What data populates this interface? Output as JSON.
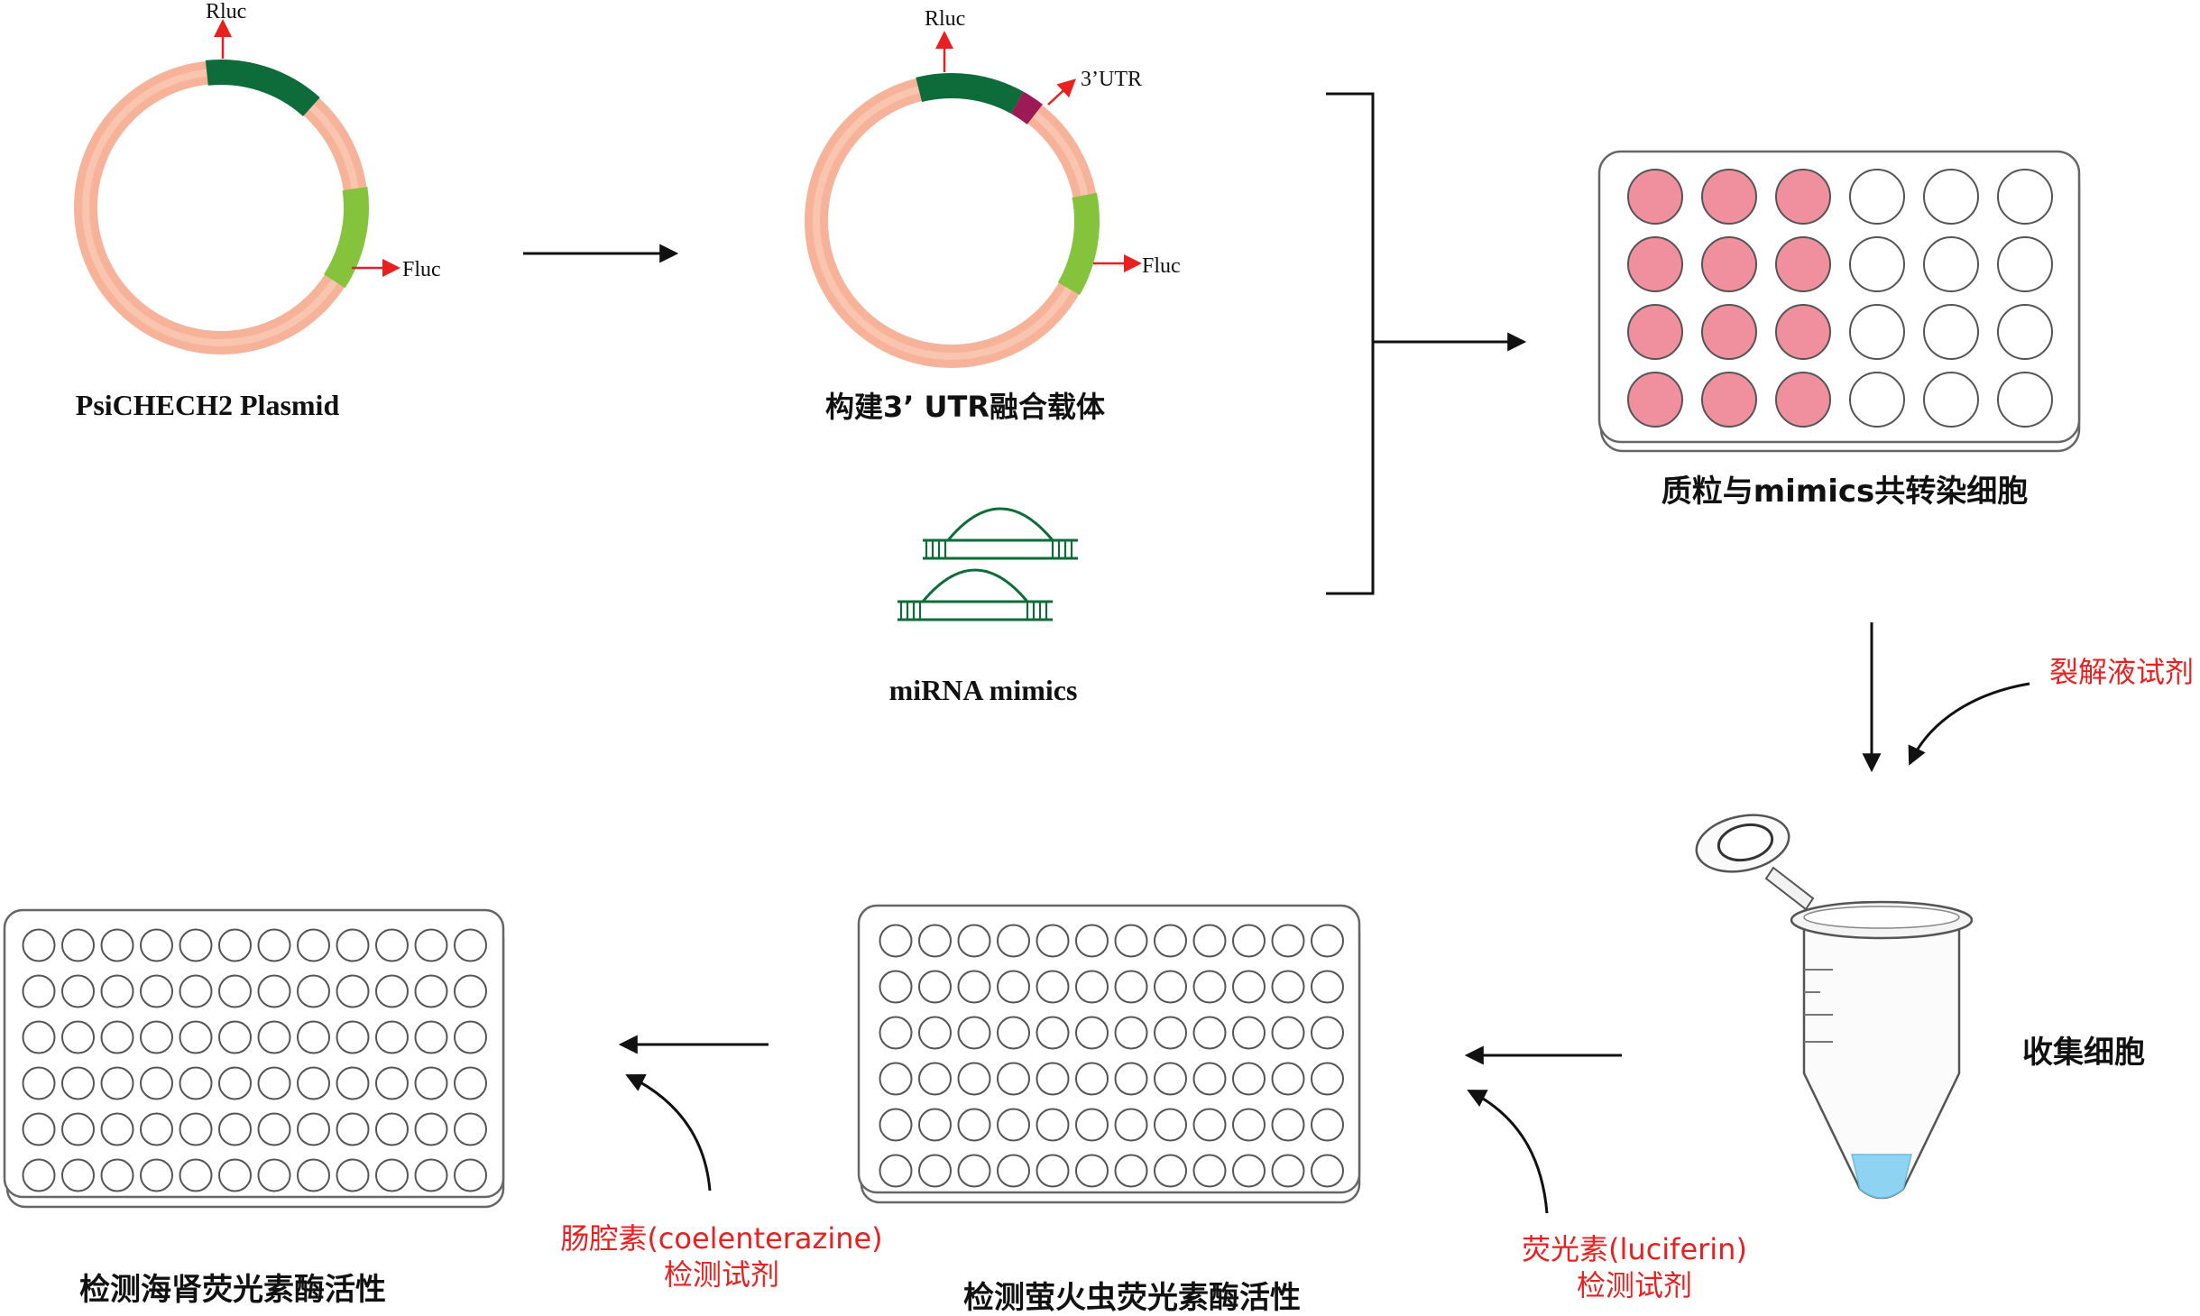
{
  "labels": {
    "plasmid_caption": "PsiCHECH2 Plasmid",
    "construct_caption": "构建3’ UTR融合载体",
    "mimics_caption": "miRNA mimics",
    "transfect_caption": "质粒与mimics共转染细胞",
    "collect_caption": "收集细胞",
    "firefly_caption": "检测萤火虫荧光素酶活性",
    "renilla_caption": "检测海肾荧光素酶活性"
  },
  "gene_labels": {
    "rluc": "Rluc",
    "fluc": "Fluc",
    "utr": "3’UTR"
  },
  "reagents": {
    "lysis": "裂解液试剂",
    "luciferin_line1": "荧光素(luciferin)",
    "luciferin_line2": "检测试剂",
    "coelenterazine_line1": "肠腔素(coelenterazine)",
    "coelenterazine_line2": "检测试剂"
  },
  "plate24": {
    "rows": 4,
    "cols": 6,
    "filled_cols": 3
  },
  "plate72": {
    "rows": 6,
    "cols": 12
  },
  "colors": {
    "backbone": "#f6b39a",
    "rluc": "#0e6b3a",
    "fluc": "#86c33c",
    "utr": "#9c1a55",
    "red": "#e8201f",
    "well_fill": "#f0909e",
    "liquid": "#8fd3f2",
    "black": "#111111"
  }
}
